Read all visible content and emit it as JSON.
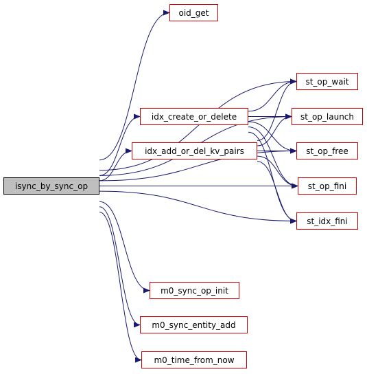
{
  "graph": {
    "root": "isync_by_sync_op",
    "nodes": [
      {
        "id": "isync_by_sync_op",
        "label": "isync_by_sync_op"
      },
      {
        "id": "oid_get",
        "label": "oid_get"
      },
      {
        "id": "st_op_wait",
        "label": "st_op_wait"
      },
      {
        "id": "idx_create_or_delete",
        "label": "idx_create_or_delete"
      },
      {
        "id": "st_op_launch",
        "label": "st_op_launch"
      },
      {
        "id": "idx_add_or_del_kv_pairs",
        "label": "idx_add_or_del_kv_pairs"
      },
      {
        "id": "st_op_free",
        "label": "st_op_free"
      },
      {
        "id": "st_op_fini",
        "label": "st_op_fini"
      },
      {
        "id": "st_idx_fini",
        "label": "st_idx_fini"
      },
      {
        "id": "m0_sync_op_init",
        "label": "m0_sync_op_init"
      },
      {
        "id": "m0_sync_entity_add",
        "label": "m0_sync_entity_add"
      },
      {
        "id": "m0_time_from_now",
        "label": "m0_time_from_now"
      }
    ],
    "edges": [
      [
        "isync_by_sync_op",
        "oid_get"
      ],
      [
        "isync_by_sync_op",
        "st_op_wait"
      ],
      [
        "isync_by_sync_op",
        "st_op_launch"
      ],
      [
        "isync_by_sync_op",
        "idx_create_or_delete"
      ],
      [
        "isync_by_sync_op",
        "idx_add_or_del_kv_pairs"
      ],
      [
        "isync_by_sync_op",
        "st_op_free"
      ],
      [
        "isync_by_sync_op",
        "st_op_fini"
      ],
      [
        "isync_by_sync_op",
        "st_idx_fini"
      ],
      [
        "isync_by_sync_op",
        "m0_sync_op_init"
      ],
      [
        "isync_by_sync_op",
        "m0_sync_entity_add"
      ],
      [
        "isync_by_sync_op",
        "m0_time_from_now"
      ],
      [
        "idx_create_or_delete",
        "st_op_wait"
      ],
      [
        "idx_create_or_delete",
        "st_op_launch"
      ],
      [
        "idx_create_or_delete",
        "st_op_free"
      ],
      [
        "idx_create_or_delete",
        "st_op_fini"
      ],
      [
        "idx_create_or_delete",
        "st_idx_fini"
      ],
      [
        "idx_add_or_del_kv_pairs",
        "st_op_wait"
      ],
      [
        "idx_add_or_del_kv_pairs",
        "st_op_launch"
      ],
      [
        "idx_add_or_del_kv_pairs",
        "st_op_free"
      ],
      [
        "idx_add_or_del_kv_pairs",
        "st_op_fini"
      ],
      [
        "idx_add_or_del_kv_pairs",
        "st_idx_fini"
      ]
    ]
  },
  "colors": {
    "edge": "#191970",
    "node_border": "#cc0000",
    "root_fill": "#bfbfbf",
    "root_border": "#000000"
  }
}
